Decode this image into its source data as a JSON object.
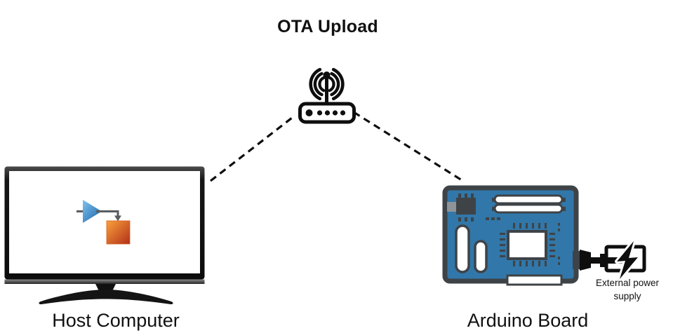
{
  "title": "OTA Upload",
  "nodes": {
    "router": {
      "icon": "wifi-router-icon"
    },
    "host_computer": {
      "label": "Host Computer",
      "icon": "monitor-with-simulink-logo"
    },
    "arduino_board": {
      "label": "Arduino Board",
      "icon": "arduino-board-icon"
    },
    "external_power": {
      "label": "External power supply",
      "label_lines": [
        "External power",
        "supply"
      ],
      "icon": "battery-bolt-icon"
    }
  },
  "connections": [
    {
      "from": "host-computer",
      "to": "router",
      "style": "dashed"
    },
    {
      "from": "router",
      "to": "arduino-board",
      "style": "dashed"
    }
  ],
  "colors": {
    "text_color": "#111111",
    "icon_black": "#0e0e0e",
    "board_blue": "#3177a9",
    "board_dark": "#3e4347",
    "board_tab_gray": "#8e9497",
    "simulink_blue_start": "#82c4ef",
    "simulink_blue_end": "#1660a7",
    "simulink_orange_start": "#f9a13c",
    "simulink_orange_end": "#b23018",
    "connector_gray": "#595d60",
    "monitor_bezel": "#1b1b1b"
  }
}
